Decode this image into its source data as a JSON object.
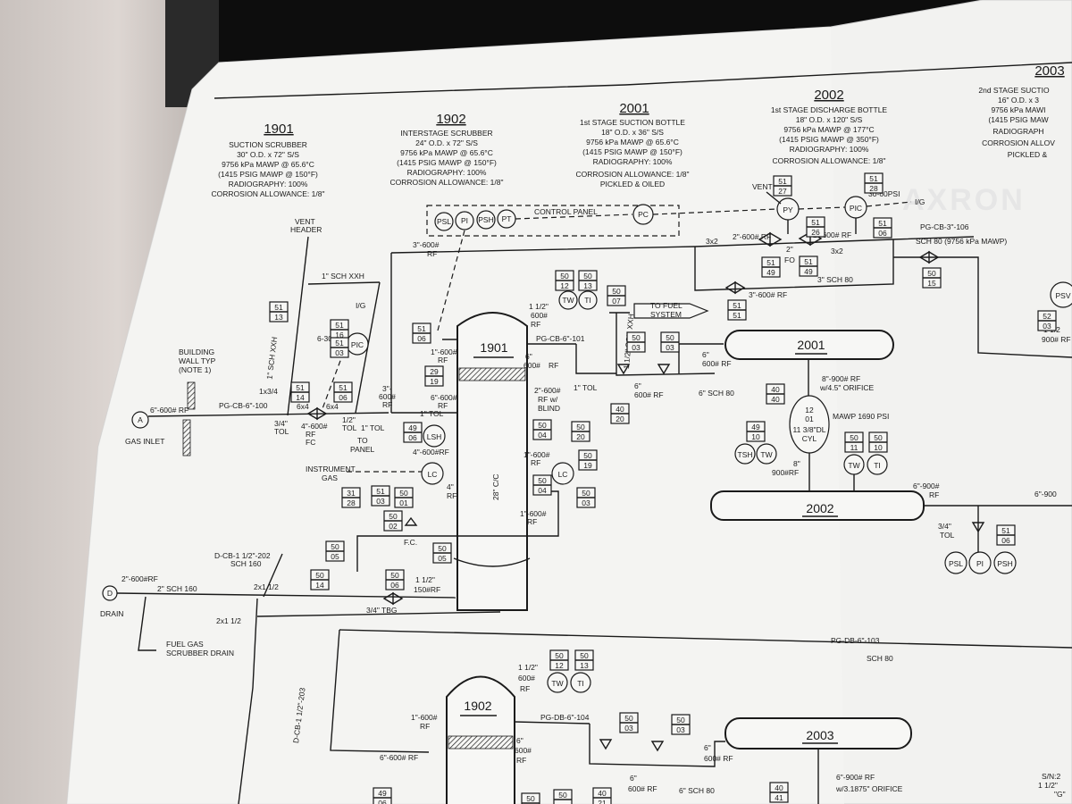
{
  "titles": {
    "t1901": {
      "tag": "1901",
      "lines": [
        "SUCTION SCRUBBER",
        "30\" O.D. x 72\" S/S",
        "9756 kPa MAWP @ 65.6°C",
        "(1415 PSIG MAWP @ 150°F)",
        "RADIOGRAPHY: 100%",
        "CORROSION ALLOWANCE: 1/8\""
      ]
    },
    "t1902": {
      "tag": "1902",
      "lines": [
        "INTERSTAGE SCRUBBER",
        "24\" O.D. x 72\" S/S",
        "9756 kPa MAWP @ 65.6°C",
        "(1415 PSIG MAWP @ 150°F)",
        "RADIOGRAPHY: 100%",
        "CORROSION ALLOWANCE: 1/8\""
      ]
    },
    "t2001": {
      "tag": "2001",
      "lines": [
        "1st STAGE SUCTION BOTTLE",
        "18\" O.D. x 36\" S/S",
        "9756 kPa MAWP @ 65.6°C",
        "(1415 PSIG MAWP @ 150°F)",
        "RADIOGRAPHY: 100%",
        "CORROSION ALLOWANCE: 1/8\"",
        "PICKLED & OILED"
      ]
    },
    "t2002": {
      "tag": "2002",
      "lines": [
        "1st STAGE DISCHARGE BOTTLE",
        "18\" O.D. x 120\" S/S",
        "9756 kPa MAWP @ 177°C",
        "(1415 PSIG MAWP @ 350°F)",
        "RADIOGRAPHY: 100%",
        "CORROSION ALLOWANCE: 1/8\""
      ]
    },
    "t2003": {
      "tag": "2003",
      "lines": [
        "2nd STAGE SUCTIO",
        "16\" O.D. x 3",
        "9756 kPa MAWI",
        "(1415 PSIG MAW",
        "RADIOGRAPH",
        "CORROSION ALLOV",
        "PICKLED &"
      ]
    }
  },
  "vessels": {
    "v1901": "1901",
    "v1902": "1902",
    "v2001": "2001",
    "v2002": "2002",
    "v2003": "2003"
  },
  "watermark": "AXRON",
  "control_panel": {
    "label": "CONTROL PANEL",
    "instruments": [
      "PSL",
      "PI",
      "PSH",
      "PT"
    ],
    "pc": "PC"
  },
  "instruments": {
    "py": "PY",
    "pic_top": "PIC",
    "pic_left": "PIC",
    "tw1": "TW",
    "ti1": "TI",
    "lsh": "LSH",
    "lc1": "LC",
    "lc2": "LC",
    "tsh": "TSH",
    "tw2": "TW",
    "tw3": "TW",
    "ti3": "TI",
    "psl": "PSL",
    "pi": "PI",
    "psh": "PSH",
    "tw4": "TW",
    "ti4": "TI",
    "psv": "PSV",
    "cyl": [
      "12",
      "01",
      "11 3/8\"DL",
      "CYL"
    ]
  },
  "tags": {
    "b5127": [
      "51",
      "27"
    ],
    "b5128": [
      "51",
      "28"
    ],
    "b5126": [
      "51",
      "26"
    ],
    "b5106a": [
      "51",
      "06"
    ],
    "b5149a": [
      "51",
      "49"
    ],
    "b5149b": [
      "51",
      "49"
    ],
    "b5015": [
      "50",
      "15"
    ],
    "b5151": [
      "51",
      "51"
    ],
    "b5012": [
      "50",
      "12"
    ],
    "b5013": [
      "50",
      "13"
    ],
    "b5007": [
      "50",
      "07"
    ],
    "b5203": [
      "52",
      "03"
    ],
    "b5113": [
      "51",
      "13"
    ],
    "b5116": [
      "51",
      "16"
    ],
    "b5103": [
      "51",
      "03"
    ],
    "b5106b": [
      "51",
      "06"
    ],
    "b5114": [
      "51",
      "14"
    ],
    "b5106c": [
      "51",
      "06"
    ],
    "b2919": [
      "29",
      "19"
    ],
    "b4906": [
      "49",
      "06"
    ],
    "b5003a": [
      "50",
      "03"
    ],
    "b5003b": [
      "50",
      "03"
    ],
    "b4020": [
      "40",
      "20"
    ],
    "b4040": [
      "40",
      "40"
    ],
    "b4910": [
      "49",
      "10"
    ],
    "b5011": [
      "50",
      "11"
    ],
    "b5010": [
      "50",
      "10"
    ],
    "b5004a": [
      "50",
      "04"
    ],
    "b5020": [
      "50",
      "20"
    ],
    "b5019": [
      "50",
      "19"
    ],
    "b5004b": [
      "50",
      "04"
    ],
    "b5003c": [
      "50",
      "03"
    ],
    "b3128": [
      "31",
      "28"
    ],
    "b5103b": [
      "51",
      "03"
    ],
    "b5001": [
      "50",
      "01"
    ],
    "b5002": [
      "50",
      "02"
    ],
    "b5005": [
      "50",
      "05"
    ],
    "b5005b": [
      "50",
      "05"
    ],
    "b5014": [
      "50",
      "14"
    ],
    "b5006": [
      "50",
      "06"
    ],
    "b5106d": [
      "51",
      "06"
    ],
    "b5012b": [
      "50",
      "12"
    ],
    "b5013b": [
      "50",
      "13"
    ],
    "b5003d": [
      "50",
      "03"
    ],
    "b5003e": [
      "50",
      "03"
    ],
    "b4021": [
      "40",
      "21"
    ],
    "b4041": [
      "40",
      "41"
    ],
    "b4906b": [
      "49",
      "06"
    ],
    "b50x": [
      "50",
      ""
    ],
    "b50y": [
      "50",
      ""
    ]
  },
  "labels": {
    "vent_header": [
      "VENT",
      "HEADER"
    ],
    "building_wall": [
      "BUILDING",
      "WALL TYP",
      "(NOTE 1)"
    ],
    "gas_inlet": "GAS INLET",
    "drain": "DRAIN",
    "sch_xxh_top": "1\" SCH XXH",
    "sch_xxh_vert": "1\" SCH XXH",
    "pg_cb_100": "PG-CB-6\"-100",
    "six_600_a": "6\"-600# RF",
    "three_600_rf": "3\"-600#",
    "rf_a": "RF",
    "pg_cb_101": "PG-CB-6\"-101",
    "pg_cb_106": "PG-CB-3\"-106",
    "sch80_mawp": "SCH 80 (9756 kPa MAWP)",
    "three_sch80": "3\" SCH 80",
    "three_600_rf_b": "3\"-600# RF",
    "two_600_rf": "2\"-600# RF",
    "two_600_rf_b": "2\"-600# RF",
    "fo": "FO",
    "two_a": "2\"",
    "three_x2_a": "3x2",
    "three_x2_b": "3x2",
    "vent_small": "VENT",
    "ig_small": "I/G",
    "psi30": "30-60PSI",
    "ig_left": "I/G",
    "psi6": "6-30PSI",
    "to_fuel": [
      "TO FUEL",
      "SYSTEM"
    ],
    "one_half_600": [
      "1 1/2\"",
      "600#",
      "RF"
    ],
    "six_600_rf": [
      "6\"",
      "600# RF"
    ],
    "one_half_sch": "1 1/2\" SCH XXH",
    "one_tol": "1\" TOL",
    "six_600_b": [
      "6\"",
      "600#",
      "RF"
    ],
    "six_sch80": "6\" SCH 80",
    "six_600_c": [
      "6\"",
      "600# RF"
    ],
    "eight_900": "8\"-900# RF",
    "orifice_45": "w/4.5\" ORIFICE",
    "mawp_1690": "MAWP 1690 PSI",
    "eight_900_b": [
      "8\"",
      "900#RF"
    ],
    "six_900_a": [
      "6\"-900#",
      "RF"
    ],
    "six_900_b": "6\"-900",
    "three_q_tol": [
      "3/4\"",
      "TOL"
    ],
    "one_600_a": [
      "1\"-600#",
      "RF"
    ],
    "six_600_d": [
      "6\"-600#",
      "RF"
    ],
    "one_tol_b": "1\" TOL",
    "two_600_blind": [
      "2\"-600#",
      "RF w/",
      "BLIND"
    ],
    "four_600_rf": "4\"-600#RF",
    "to_panel": [
      "TO",
      "PANEL"
    ],
    "twentyeight": "28\" C/C",
    "one_600_b": [
      "1\"-600#",
      "RF"
    ],
    "one_600_c": [
      "1\"-600#",
      "RF"
    ],
    "four_in": [
      "4\"",
      "RF"
    ],
    "instrument_gas": [
      "INSTRUMENT",
      "GAS"
    ],
    "fc_a": "F.C.",
    "fc_b": "FC",
    "one_x_three_four": "1x3/4",
    "six_x4_a": "6x4",
    "six_x4_b": "6x4",
    "four_600_b": [
      "4\"-600#",
      "RF"
    ],
    "three_q_tol_b": [
      "3/4\"",
      "TOL"
    ],
    "half_tol": [
      "1/2\"",
      "TOL"
    ],
    "one_tol_c": "1\" TOL",
    "three_600_c": [
      "3\"-",
      "600#",
      "RF"
    ],
    "d_cb_202": [
      "D-CB-1 1/2\"-202",
      "SCH 160"
    ],
    "two_600rf_drain": "2\"-600#RF",
    "two_sch160": "2\" SCH 160",
    "two_x1_a": "2x1 1/2",
    "two_x1_b": "2x1 1/2",
    "fuel_gas_drain": [
      "FUEL GAS",
      "SCRUBBER DRAIN"
    ],
    "d_cb_203": "D-CB-1 1/2\"-203",
    "three_q_tbg": "3/4\" TBG",
    "one_half_150": [
      "1 1/2\"",
      "150#RF"
    ],
    "pg_db_103": "PG-DB-6\"-103",
    "sch80_b": "SCH 80",
    "one_600_d": [
      "1\"-600#",
      "RF"
    ],
    "six_600_e": "6\"-600# RF",
    "one_half_600_b": [
      "1 1/2\"",
      "600#",
      "RF"
    ],
    "pg_db_104": "PG-DB-6\"-104",
    "six_600_f": [
      "6\"",
      "600#",
      "RF"
    ],
    "six_600_g": [
      "6\"",
      "600# RF"
    ],
    "six_sch80_b": "6\" SCH 80",
    "six_900_c": "6\"-900# RF",
    "orifice_31875": "w/3.1875\" ORIFICE",
    "one_half_600_c": [
      "1 1/2",
      "900# RF"
    ],
    "sn": [
      "S/N:2",
      "1 1/2\"",
      "\"G\""
    ]
  }
}
